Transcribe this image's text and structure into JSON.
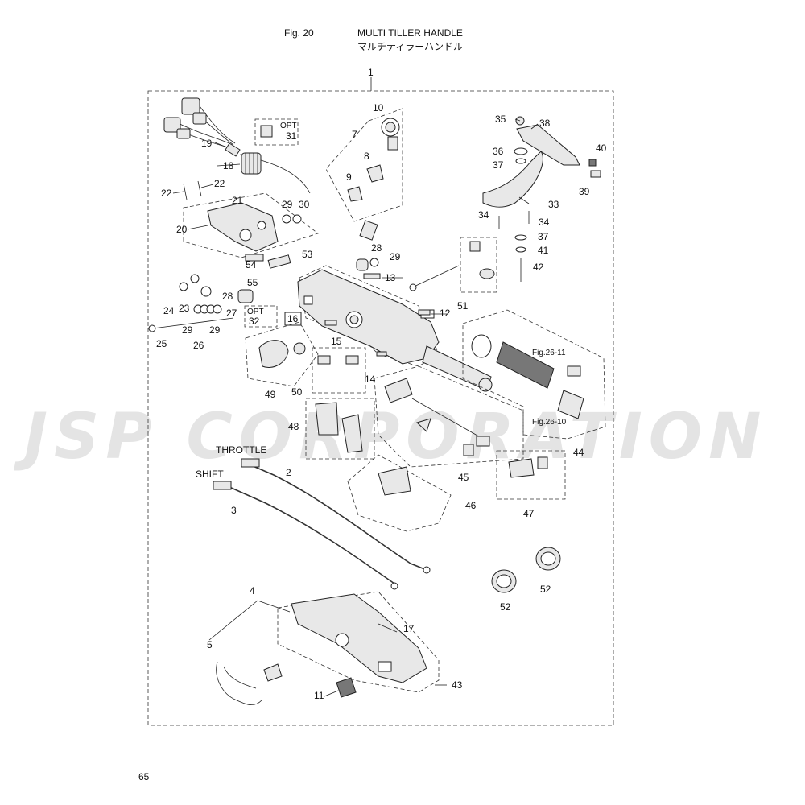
{
  "header": {
    "fig_number": "Fig. 20",
    "title_en": "MULTI TILLER HANDLE",
    "title_jp": "マルチティラーハンドル"
  },
  "page_number": "65",
  "watermark": "JSP CORPORATION",
  "annotations": {
    "throttle": "THROTTLE",
    "shift": "SHIFT",
    "opt_a": "OPT",
    "opt_b": "OPT",
    "fig_ref_a": "Fig.26-11",
    "fig_ref_b": "Fig.26-10"
  },
  "callouts": {
    "c1": "1",
    "c2": "2",
    "c3": "3",
    "c4": "4",
    "c5": "5",
    "c7": "7",
    "c8": "8",
    "c9": "9",
    "c10": "10",
    "c11": "11",
    "c12": "12",
    "c13": "13",
    "c14": "14",
    "c15": "15",
    "c16": "16",
    "c17": "17",
    "c18": "18",
    "c19": "19",
    "c20": "20",
    "c21": "21",
    "c22a": "22",
    "c22b": "22",
    "c23": "23",
    "c24": "24",
    "c25": "25",
    "c26": "26",
    "c27": "27",
    "c28a": "28",
    "c28b": "28",
    "c29a": "29",
    "c29b": "29",
    "c29c": "29",
    "c29d": "29",
    "c30": "30",
    "c31": "31",
    "c32": "32",
    "c33": "33",
    "c34a": "34",
    "c34b": "34",
    "c35": "35",
    "c36": "36",
    "c37a": "37",
    "c37b": "37",
    "c38": "38",
    "c39": "39",
    "c40": "40",
    "c41": "41",
    "c42": "42",
    "c43": "43",
    "c44": "44",
    "c45": "45",
    "c46": "46",
    "c47": "47",
    "c48": "48",
    "c49": "49",
    "c50": "50",
    "c51": "51",
    "c52a": "52",
    "c52b": "52",
    "c53": "53",
    "c54": "54",
    "c55": "55"
  }
}
